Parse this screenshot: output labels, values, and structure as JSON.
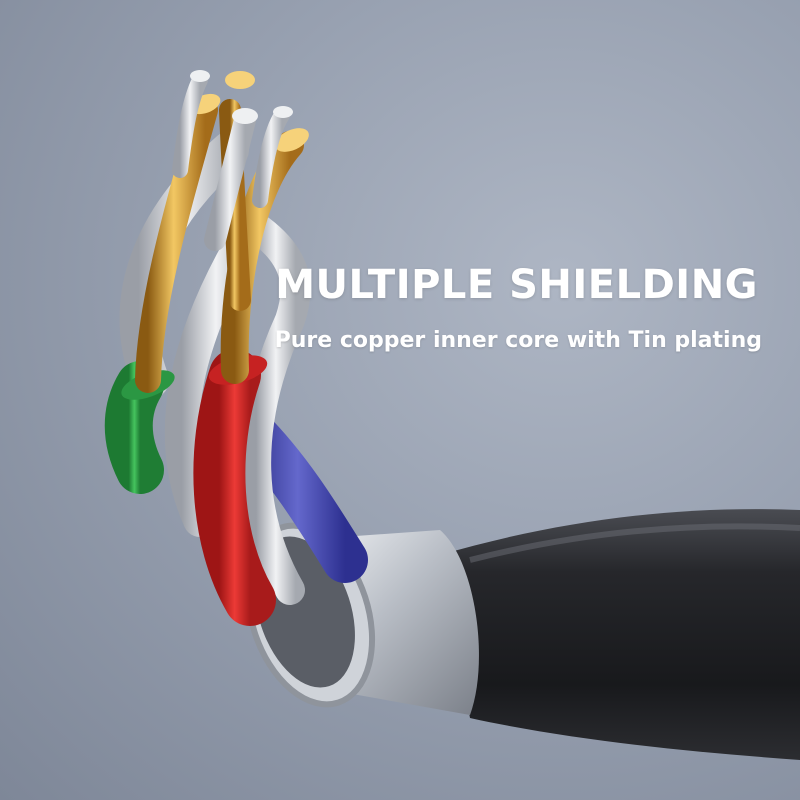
{
  "image": {
    "subject": "cable-cross-section",
    "headline": "MULTIPLE SHIELDING",
    "subline": "Pure copper inner core with Tin plating",
    "colors": {
      "background": "#98a1b1",
      "text": "#ffffff",
      "jacket": "#1e1f22",
      "ferrule": "#c7ccd3",
      "wire_red": "#d82a2a",
      "wire_green": "#2fa84a",
      "wire_blue": "#4b4fb0",
      "copper": "#d9a53a",
      "tin": "#d6d8dc"
    }
  }
}
